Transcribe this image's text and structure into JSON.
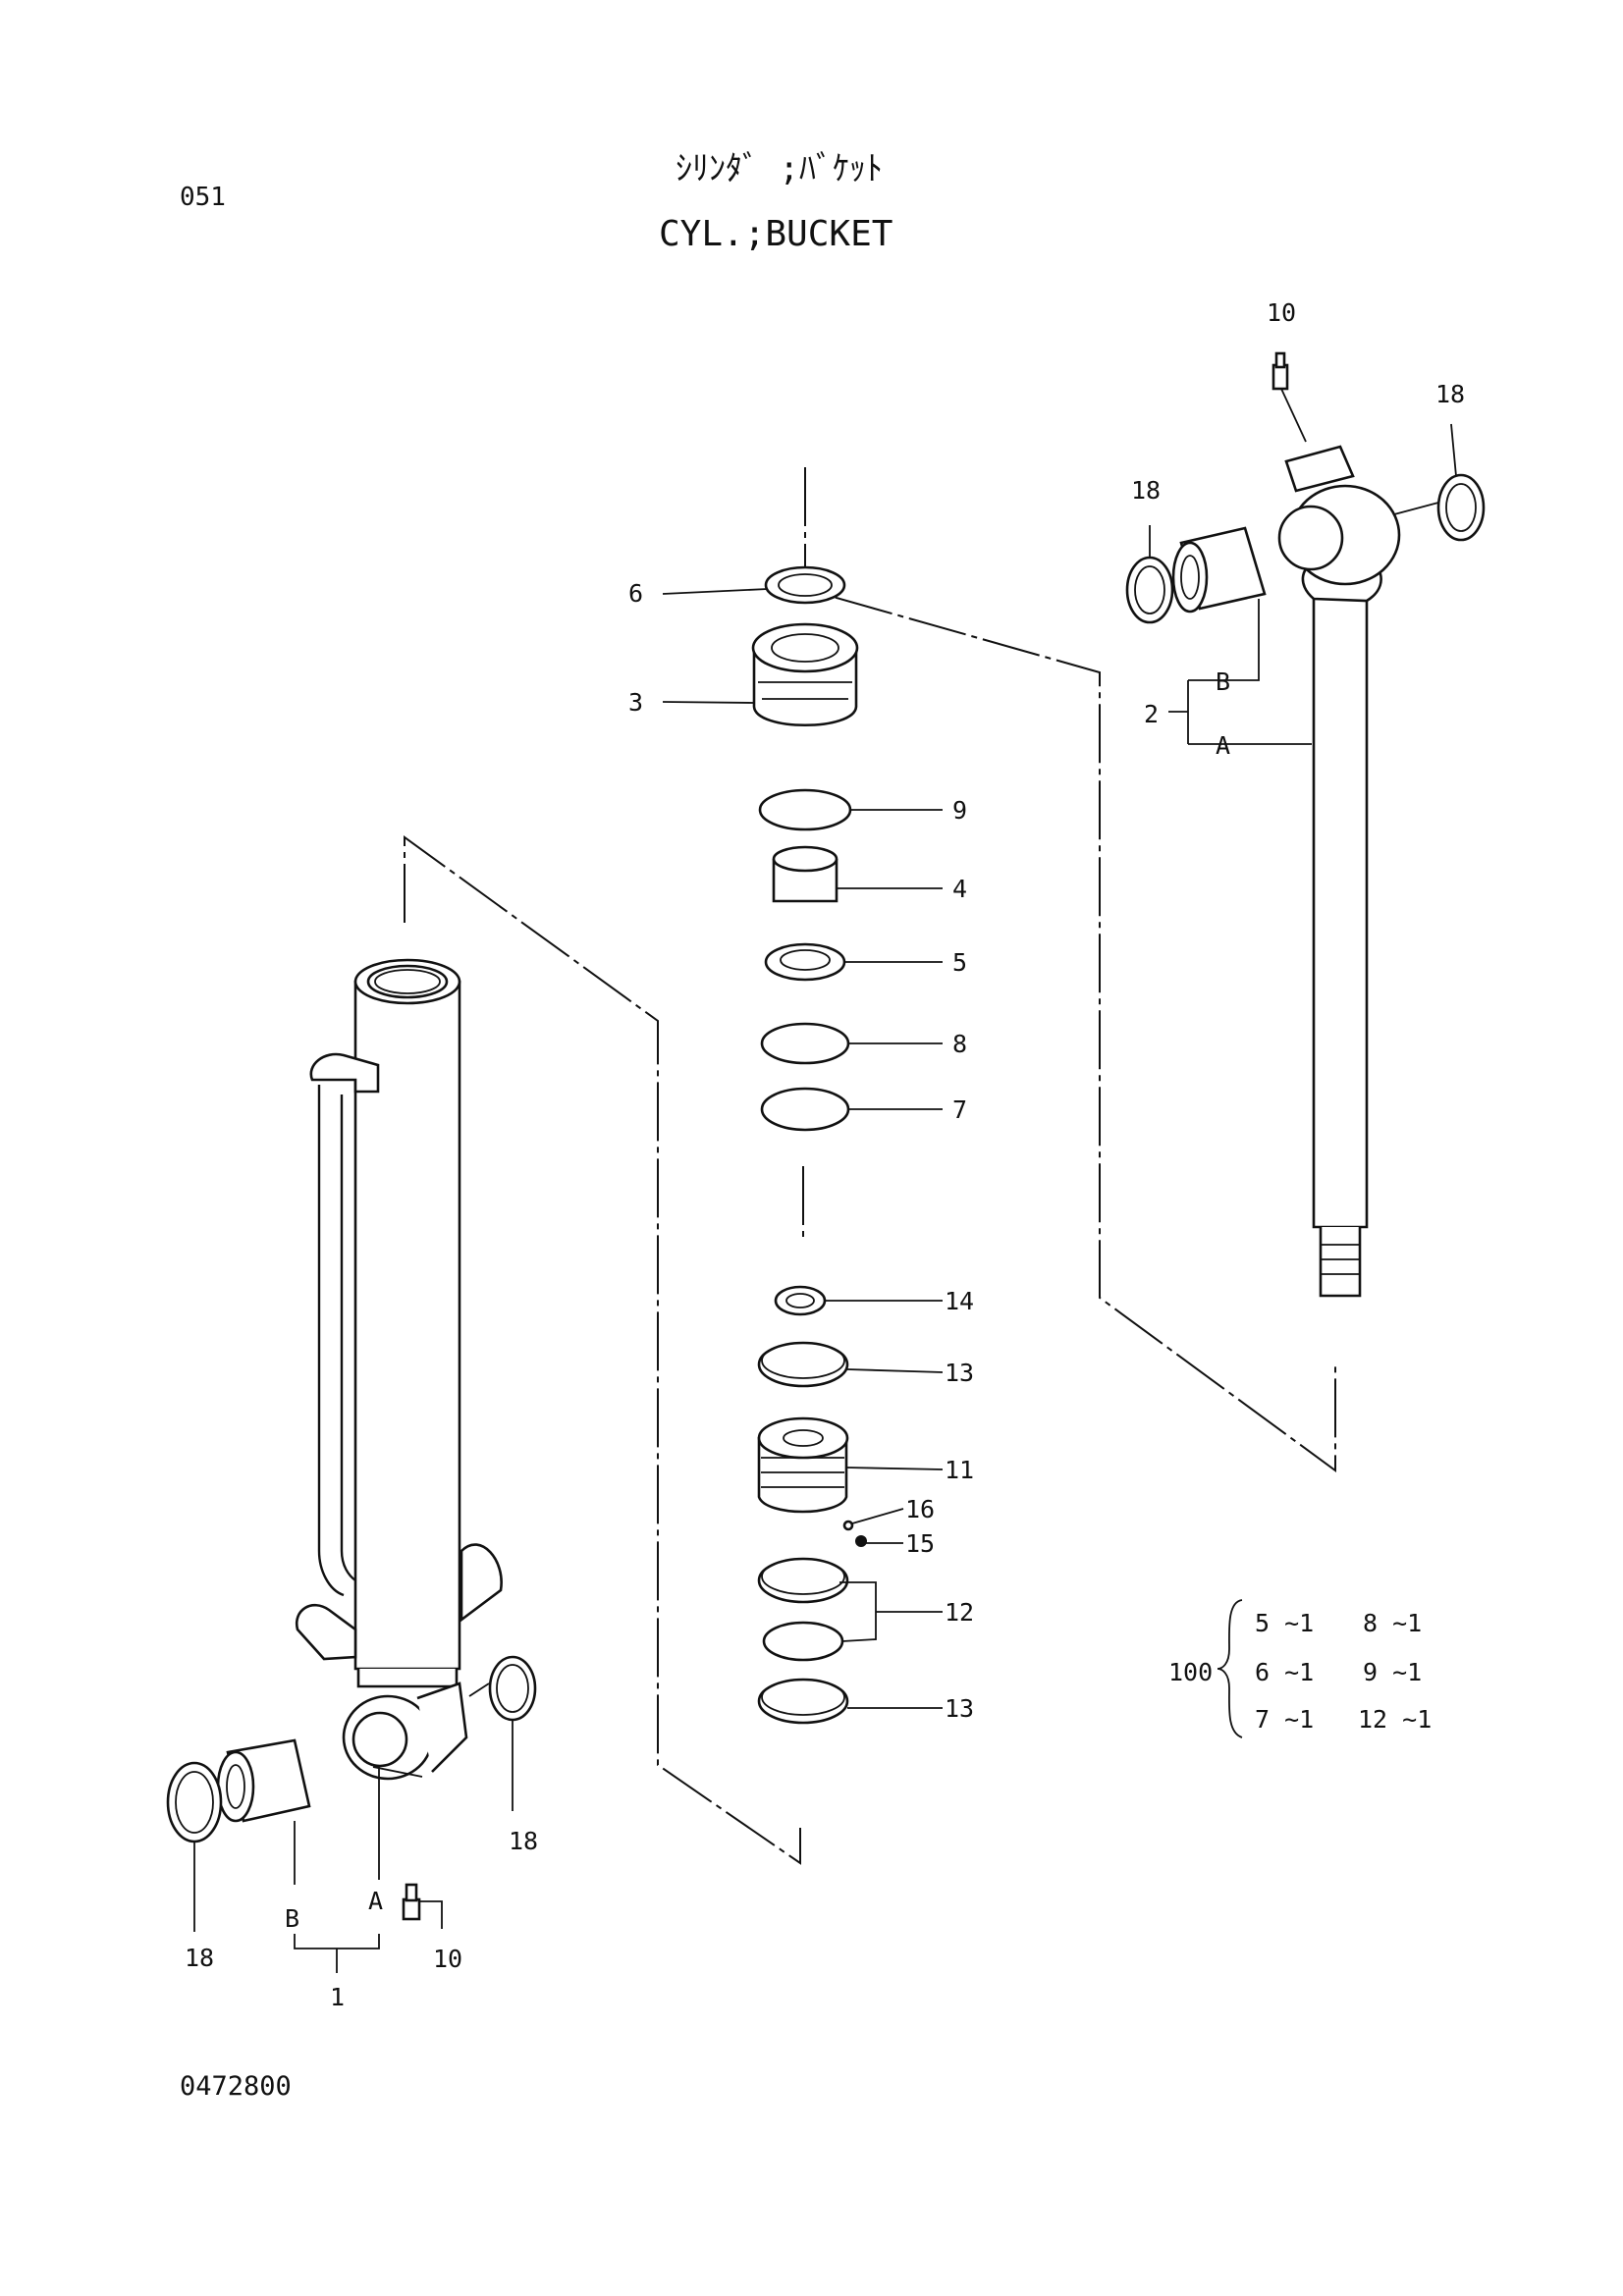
{
  "header": {
    "page_code": "051",
    "title_jp": "ｼﾘﾝﾀﾞ ;ﾊﾞｹｯﾄ",
    "title_en": "CYL.;BUCKET"
  },
  "footer": {
    "drawing_number": "0472800"
  },
  "callouts": {
    "c1": "1",
    "c1a": "A",
    "c1b": "B",
    "c2": "2",
    "c2a": "A",
    "c2b": "B",
    "c3": "3",
    "c4": "4",
    "c5": "5",
    "c6": "6",
    "c7": "7",
    "c8": "8",
    "c9": "9",
    "c10_top": "10",
    "c10_bottom": "10",
    "c11": "11",
    "c12": "12",
    "c13_upper": "13",
    "c13_lower": "13",
    "c14": "14",
    "c15": "15",
    "c16": "16",
    "c18_top_left": "18",
    "c18_top_right": "18",
    "c18_bottom_left": "18",
    "c18_bottom_right": "18"
  },
  "kit": {
    "number": "100",
    "items": [
      "5 ~1",
      "8 ~1",
      "6 ~1",
      "9 ~1",
      "7 ~1",
      "12 ~1"
    ]
  }
}
